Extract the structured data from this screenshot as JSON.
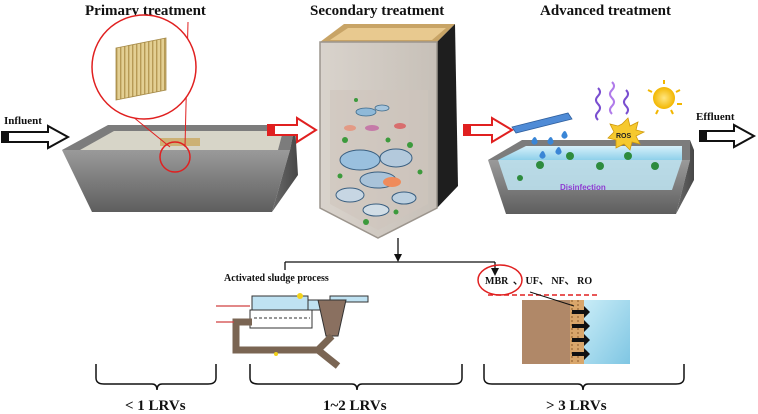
{
  "stages": {
    "primary": "Primary treatment",
    "secondary": "Secondary treatment",
    "advanced": "Advanced treatment"
  },
  "flow": {
    "influent": "Influent",
    "effluent": "Effluent"
  },
  "advanced_labels": {
    "ros": "ROS",
    "disinfection": "Disinfection"
  },
  "processes": {
    "activated_sludge": "Activated sludge process",
    "membrane_mbr": "MBR",
    "membrane_others": "、 UF、 NF、 RO"
  },
  "lrv": {
    "primary": "< 1 LRVs",
    "secondary": "1~2 LRVs",
    "advanced": "> 3 LRVs"
  },
  "colors": {
    "tank_gray": "#8a8a8a",
    "highlight_red": "#e02020",
    "disinfection_text": "#8e3bd0",
    "water_blue": "#bfe6f5"
  }
}
